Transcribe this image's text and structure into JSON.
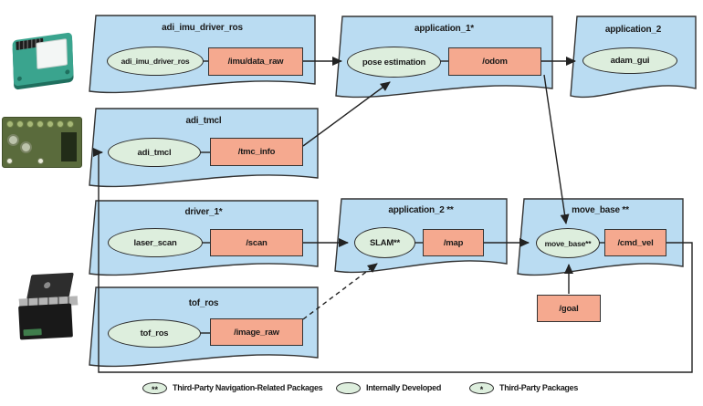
{
  "colors": {
    "package_fill": "#badcf2",
    "package_stroke": "#333333",
    "node_fill": "#ddeedd",
    "node_stroke": "#2b2b2b",
    "topic_fill": "#f5a98f",
    "topic_stroke": "#333333",
    "line": "#222222"
  },
  "packages": [
    {
      "title": "adi_imu_driver_ros",
      "node": "adi_imu_driver_ros",
      "topic": "/imu/data_raw"
    },
    {
      "title": "application_1*",
      "node": "pose estimation",
      "topic": "/odom"
    },
    {
      "title": "application_2",
      "node": "adam_gui"
    },
    {
      "title": "adi_tmcl",
      "node": "adi_tmcl",
      "topic": "/tmc_info"
    },
    {
      "title": "driver_1*",
      "node": "laser_scan",
      "topic": "/scan"
    },
    {
      "title": "application_2 **",
      "node": "SLAM**",
      "topic": "/map"
    },
    {
      "title": "move_base **",
      "node": "move_base**",
      "topic": "/cmd_vel"
    },
    {
      "title": "tof_ros",
      "node": "tof_ros",
      "topic": "/image_raw"
    }
  ],
  "standalone_topic": {
    "label": "/goal"
  },
  "legend": {
    "items": [
      {
        "marker": "**",
        "label": "Third-Party Navigation-Related Packages"
      },
      {
        "marker": "",
        "label": "Internally Developed"
      },
      {
        "marker": "*",
        "label": "Third-Party Packages"
      }
    ]
  },
  "hardware": [
    {
      "name": "imu-sensor-board"
    },
    {
      "name": "motor-controller-board"
    },
    {
      "name": "tof-camera-module"
    }
  ]
}
